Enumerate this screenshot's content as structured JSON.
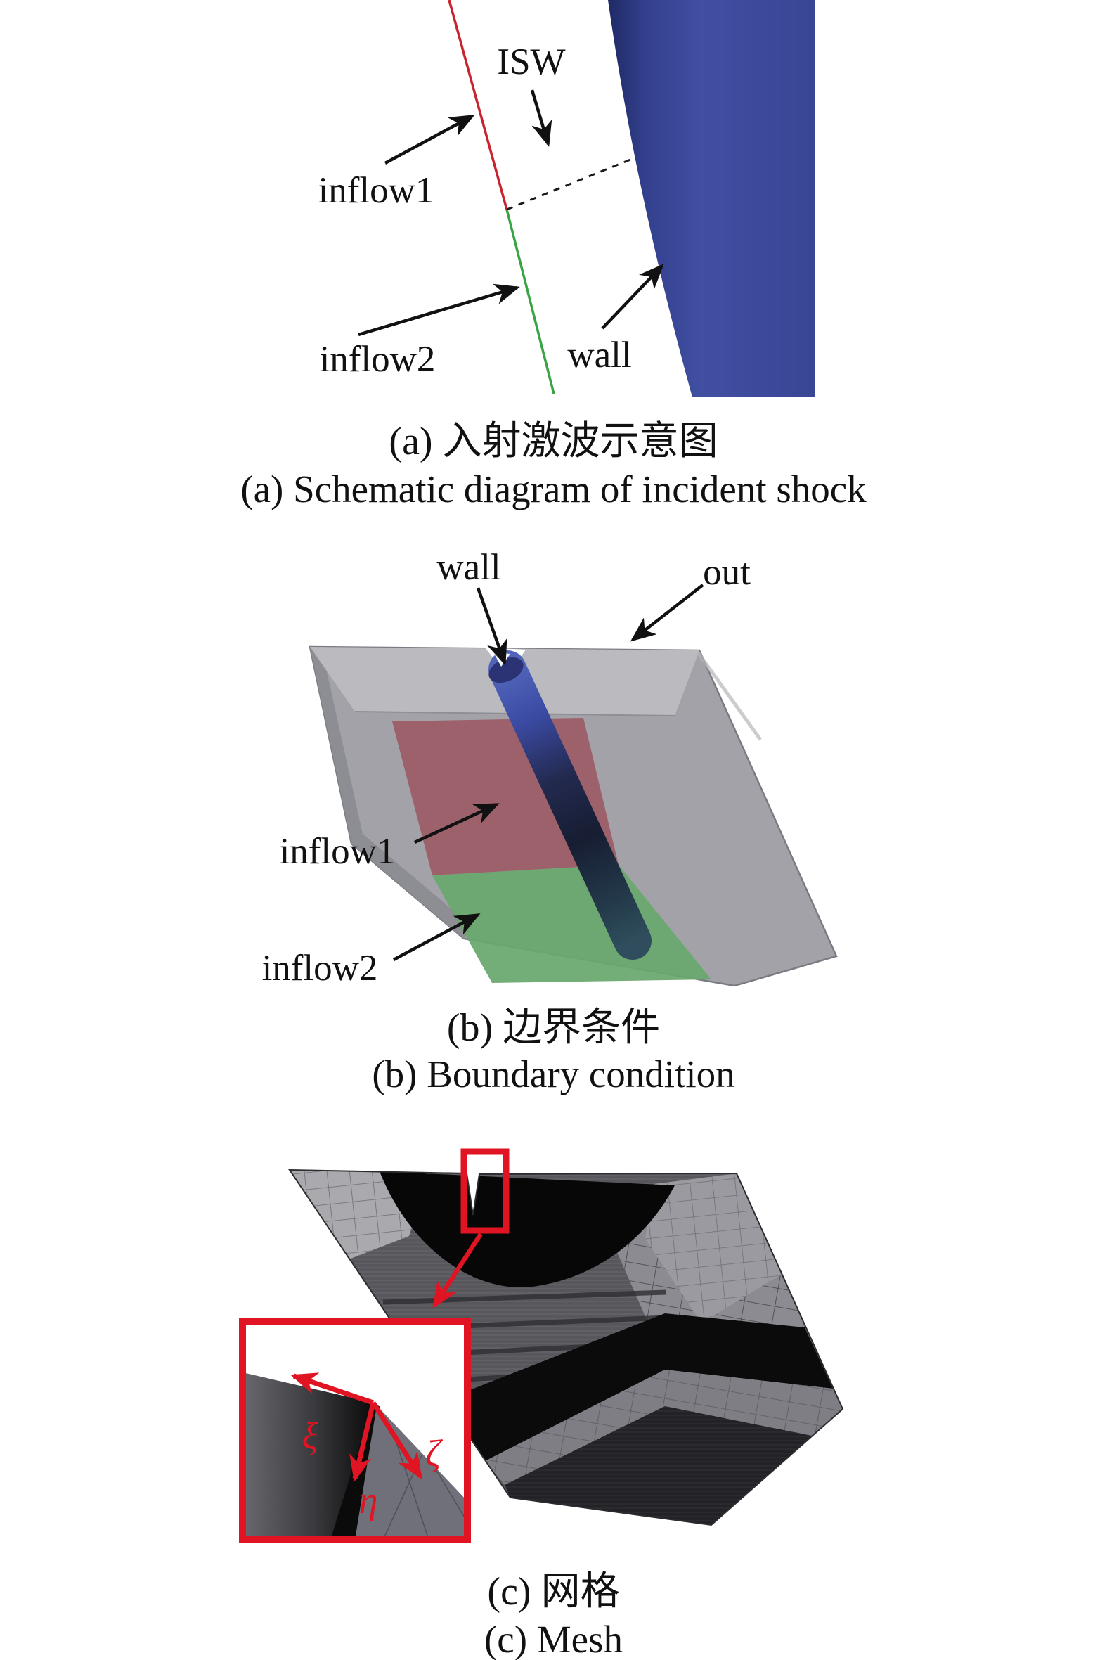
{
  "figure": {
    "panel_a": {
      "labels": {
        "isw": "ISW",
        "inflow1": "inflow1",
        "inflow2": "inflow2",
        "wall": "wall"
      },
      "caption_zh": "(a) 入射激波示意图",
      "caption_en": "(a) Schematic diagram of incident shock",
      "colors": {
        "wall_blue": "#3d4b9c",
        "shock_red": "#c8232e",
        "inflow_green": "#3aa344"
      }
    },
    "panel_b": {
      "labels": {
        "wall": "wall",
        "out": "out",
        "inflow1": "inflow1",
        "inflow2": "inflow2"
      },
      "caption_zh": "(b) 边界条件",
      "caption_en": "(b) Boundary condition",
      "colors": {
        "box_gray": "#a2a2a8",
        "inflow1_plane_red": "#9c5a64",
        "inflow2_plane_green": "#68a76e",
        "tube_blue": "#3c4e9e"
      }
    },
    "panel_c": {
      "labels": {
        "xi": "ξ",
        "eta": "η",
        "zeta": "ζ"
      },
      "caption_zh": "(c) 网格",
      "caption_en": "(c) Mesh",
      "colors": {
        "highlight_red": "#e01422",
        "mesh_dark": "#0b0b0b",
        "mesh_gray": "#57575c"
      }
    }
  }
}
